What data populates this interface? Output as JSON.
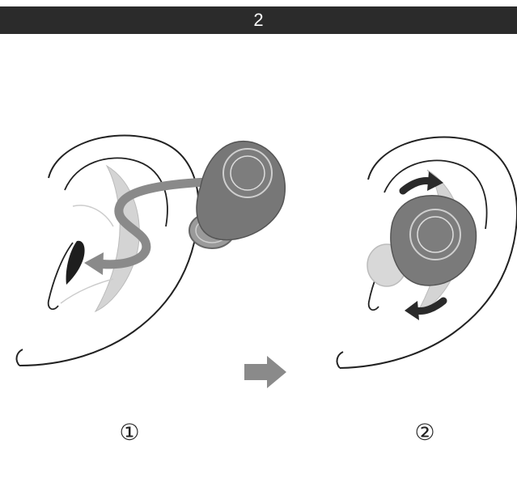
{
  "header": {
    "step_number": "2"
  },
  "panels": [
    {
      "label": "①"
    },
    {
      "label": "②"
    }
  ],
  "colors": {
    "header_bg": "#2b2b2b",
    "earbud": "#777777",
    "earbud_light": "#bdbdbd",
    "arrow_dark": "#2a2a2a",
    "arrow_gray": "#8a8a8a",
    "outline": "#222222"
  },
  "icons": {
    "transition_arrow": "right-arrow-icon",
    "rotate_arrows": "rotate-arrows-icon"
  }
}
